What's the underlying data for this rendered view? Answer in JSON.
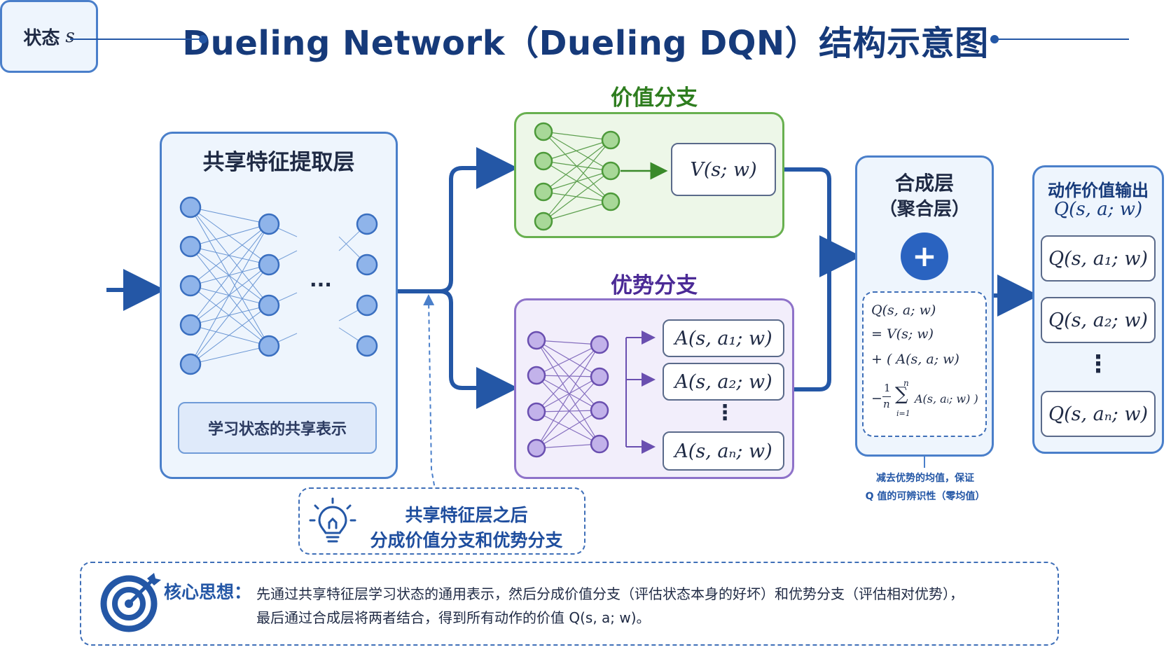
{
  "title": "Dueling Network（Dueling DQN）结构示意图",
  "state": {
    "label": "状态",
    "symbol": "s"
  },
  "shared": {
    "title": "共享特征提取层",
    "ellipsis": "···",
    "representation": "学习状态的共享表示"
  },
  "value_branch": {
    "title": "价值分支",
    "output": "V(s; w)"
  },
  "advantage_branch": {
    "title": "优势分支",
    "outputs": [
      "A(s, a₁; w)",
      "A(s, a₂; w)",
      "A(s, aₙ; w)"
    ],
    "vdots": "⋮"
  },
  "merge": {
    "title_line1": "合成层",
    "title_line2": "（聚合层）",
    "plus": "+",
    "formula": {
      "line1": "Q(s, a; w)",
      "line2": "= V(s; w)",
      "line3": "+ ( A(s, a; w)",
      "line4_minus": "−",
      "frac_num": "1",
      "frac_den": "n",
      "sum": "∑",
      "sum_top": "n",
      "sum_bottom": "i=1",
      "sum_term": "A(s, aᵢ; w) )"
    },
    "note_line1": "减去优势的均值，保证",
    "note_line2": "Q 值的可辨识性（零均值）"
  },
  "output": {
    "title": "动作价值输出",
    "title_formula": "Q(s, a; w)",
    "items": [
      "Q(s, a₁; w)",
      "Q(s, a₂; w)",
      "Q(s, aₙ; w)"
    ],
    "vdots": "⋮"
  },
  "split_hint": {
    "line1": "共享特征层之后",
    "line2": "分成价值分支和优势分支"
  },
  "core_idea": {
    "label": "核心思想：",
    "line1": "先通过共享特征层学习状态的通用表示，然后分成价值分支（评估状态本身的好坏）和优势分支（评估相对优势），",
    "line2": "最后通过合成层将两者结合，得到所有动作的价值 Q(s, a; w)。"
  },
  "colors": {
    "blue": "#2457a6",
    "green": "#2e7d1f",
    "purple": "#4b2a96",
    "navy": "#163a7a"
  }
}
